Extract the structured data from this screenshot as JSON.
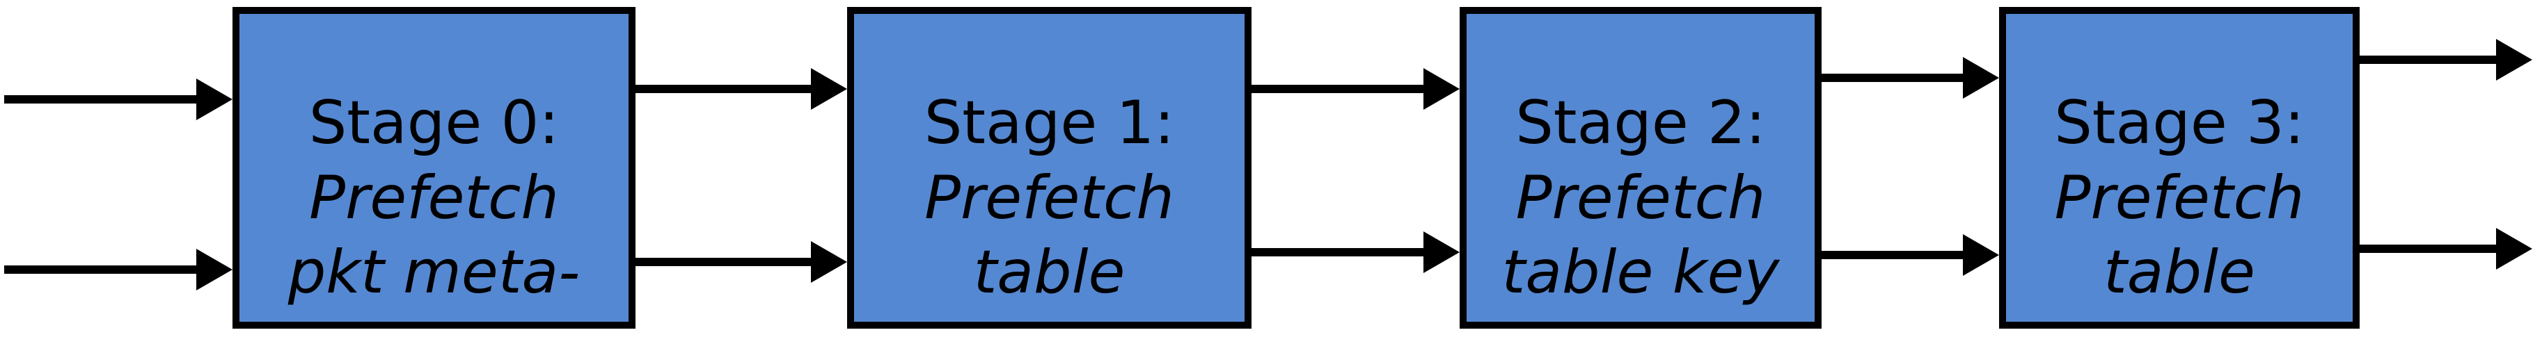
{
  "diagram": {
    "type": "pipeline",
    "stages": [
      {
        "title": "Stage 0:",
        "desc": [
          "Prefetch",
          "pkt meta-"
        ]
      },
      {
        "title": "Stage 1:",
        "desc": [
          "Prefetch",
          "table"
        ]
      },
      {
        "title": "Stage 2:",
        "desc": [
          "Prefetch",
          "table key"
        ]
      },
      {
        "title": "Stage 3:",
        "desc": [
          "Prefetch",
          "table"
        ]
      }
    ],
    "connections": [
      {
        "from": "external-input",
        "to": "Stage 0",
        "arrows": 2
      },
      {
        "from": "Stage 0",
        "to": "Stage 1",
        "arrows": 2
      },
      {
        "from": "Stage 1",
        "to": "Stage 2",
        "arrows": 2
      },
      {
        "from": "Stage 2",
        "to": "Stage 3",
        "arrows": 2
      },
      {
        "from": "Stage 3",
        "to": "external-output",
        "arrows": 2
      }
    ],
    "colors": {
      "box_fill": "#5588d2",
      "box_border": "#000000",
      "arrow": "#000000",
      "text": "#000000",
      "background": "#ffffff"
    }
  }
}
